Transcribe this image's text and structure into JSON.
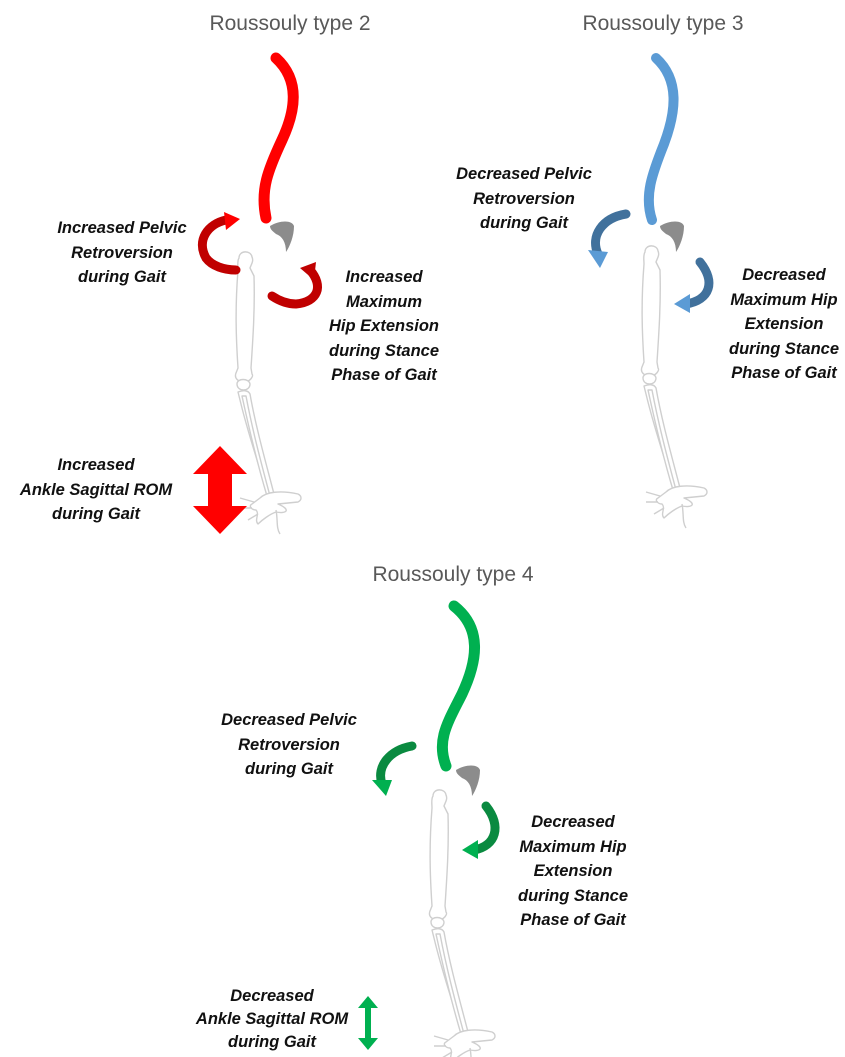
{
  "colors": {
    "type2": "#ff0000",
    "type2_dark": "#c00000",
    "type3": "#5b9bd5",
    "type3_dark": "#41719c",
    "type4": "#00b050",
    "type4_dark": "#0a8a40",
    "bone": "#d9d9d9",
    "pelvis": "#8c8c8c",
    "title": "#595959"
  },
  "panels": {
    "type2": {
      "title": "Roussouly type 2",
      "pelvic": [
        "Increased Pelvic",
        "Retroversion",
        "during Gait"
      ],
      "hip": [
        "Increased",
        "Maximum",
        "Hip Extension",
        "during Stance",
        "Phase of Gait"
      ],
      "ankle": [
        "Increased",
        "Ankle Sagittal ROM",
        "during Gait"
      ],
      "icons": [
        "rotation-arrow-icon",
        "double-headed-arrow-icon"
      ]
    },
    "type3": {
      "title": "Roussouly type 3",
      "pelvic": [
        "Decreased Pelvic",
        "Retroversion",
        "during Gait"
      ],
      "hip": [
        "Decreased",
        "Maximum Hip",
        "Extension",
        "during Stance",
        "Phase of Gait"
      ],
      "icons": [
        "rotation-arrow-icon"
      ]
    },
    "type4": {
      "title": "Roussouly type 4",
      "pelvic": [
        "Decreased Pelvic",
        "Retroversion",
        "during Gait"
      ],
      "hip": [
        "Decreased",
        "Maximum Hip",
        "Extension",
        "during Stance",
        "Phase of Gait"
      ],
      "ankle": [
        "Decreased",
        "Ankle Sagittal ROM",
        "during Gait"
      ],
      "icons": [
        "rotation-arrow-icon",
        "double-headed-arrow-icon"
      ]
    }
  }
}
